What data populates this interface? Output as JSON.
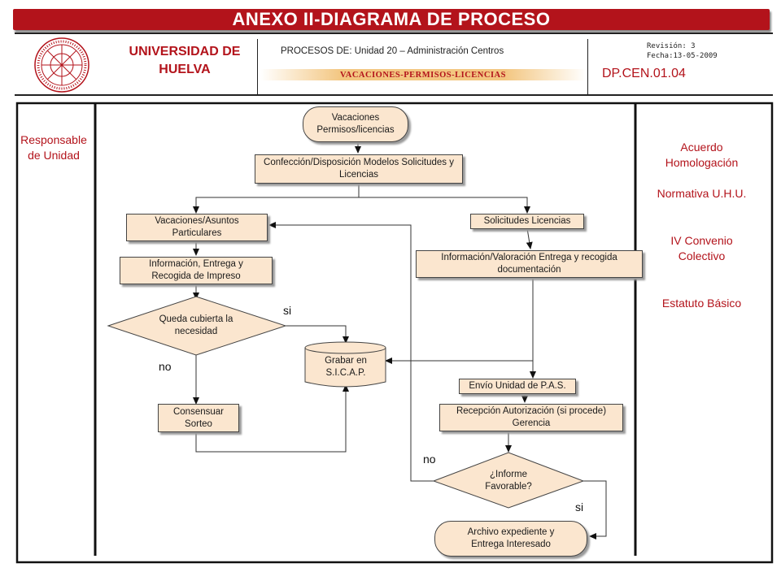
{
  "header": {
    "title": "ANEXO II-DIAGRAMA DE PROCESO",
    "university": "UNIVERSIDAD DE HUELVA",
    "process": "PROCESOS DE: Unidad 20 – Administración Centros",
    "subprocess": "VACACIONES-PERMISOS-LICENCIAS",
    "revision": "Revisión: 3",
    "date": "Fecha:13-05-2009",
    "code": "DP.CEN.01.04"
  },
  "left_column": {
    "responsible": "Responsable de Unidad"
  },
  "right_column": {
    "references": [
      "Acuerdo Homologación",
      "Normativa U.H.U.",
      "IV Convenio Colectivo",
      "Estatuto Básico"
    ]
  },
  "nodes": {
    "start": "Vacaciones Permisos/licencias",
    "confeccion": "Confección/Disposición Modelos Solicitudes y Licencias",
    "vacaciones": "Vacaciones/Asuntos Particulares",
    "solicitudes": "Solicitudes Licencias",
    "info_entrega": "Información, Entrega y Recogida de Impreso",
    "info_valoracion": "Información/Valoración Entrega y recogida documentación",
    "decision_necesidad": "Queda cubierta la necesidad",
    "grabar": "Grabar en S.I.C.A.P.",
    "envio": "Envío Unidad de P.A.S.",
    "consensuar": "Consensuar Sorteo",
    "recepcion": "Recepción Autorización (si procede) Gerencia",
    "decision_informe": "¿Informe Favorable?",
    "archivo": "Archivo expediente y Entrega Interesado"
  },
  "edge_labels": {
    "si_1": "si",
    "no_1": "no",
    "no_2": "no",
    "si_2": "si"
  },
  "colors": {
    "brand_red": "#b3131b",
    "box_fill": "#fbe6cf"
  }
}
